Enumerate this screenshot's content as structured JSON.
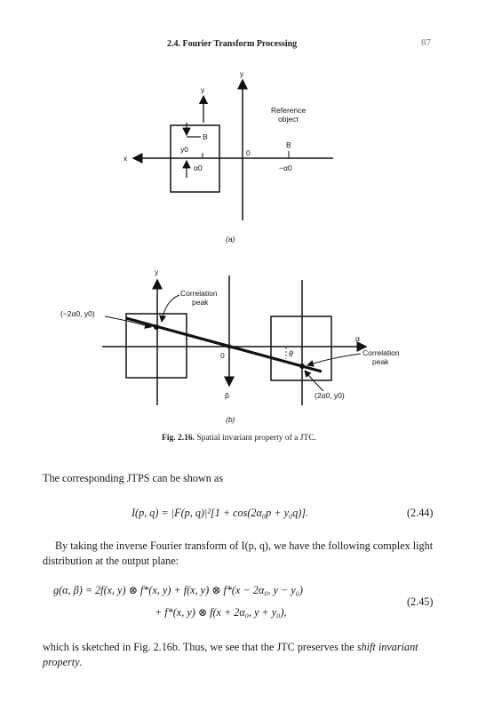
{
  "header": {
    "running_head": "2.4. Fourier Transform Processing",
    "page_number": "87"
  },
  "figure_a": {
    "y_top": "y",
    "y_inner": "y",
    "x_left": "x",
    "B_left": "B",
    "y0": "y0",
    "zero": "0",
    "alpha0_left": "α0",
    "ref_line1": "Reference",
    "ref_line2": "object",
    "B_right": "B",
    "alpha0_right": "−α0",
    "panel": "(a)"
  },
  "figure_b": {
    "y_label": "y",
    "corr_line1_top": "Correlation",
    "corr_line2_top": "peak",
    "left_point": "(−2α0, y0)",
    "zero": "0",
    "theta": "θ",
    "alpha": "α",
    "corr_line1_right": "Correlation",
    "corr_line2_right": "peak",
    "beta": "β",
    "right_point": "(2α0, y0)",
    "panel": "(b)"
  },
  "caption": {
    "label": "Fig. 2.16.",
    "text": "Spatial invariant property of a JTC."
  },
  "body": {
    "para1": "The corresponding JTPS can be shown as",
    "eq244": "I(p, q) = |F(p, q)|²[1 + cos(2α₀p + y₀q)].",
    "eq244_num": "(2.44)",
    "para2": "By taking the inverse Fourier transform of I(p, q), we have the following complex light distribution at the output plane:",
    "eq245_line1": "g(α, β) = 2f(x, y) ⊗ f*(x, y) + f(x, y) ⊗ f*(x − 2α₀, y − y₀)",
    "eq245_line2": "+ f*(x, y) ⊗ f(x + 2α₀, y + y₀),",
    "eq245_num": "(2.45)",
    "para3_prefix": "which is sketched in Fig. 2.16b. Thus, we see that the JTC preserves the ",
    "para3_italic": "shift invariant property",
    "para3_suffix": "."
  }
}
